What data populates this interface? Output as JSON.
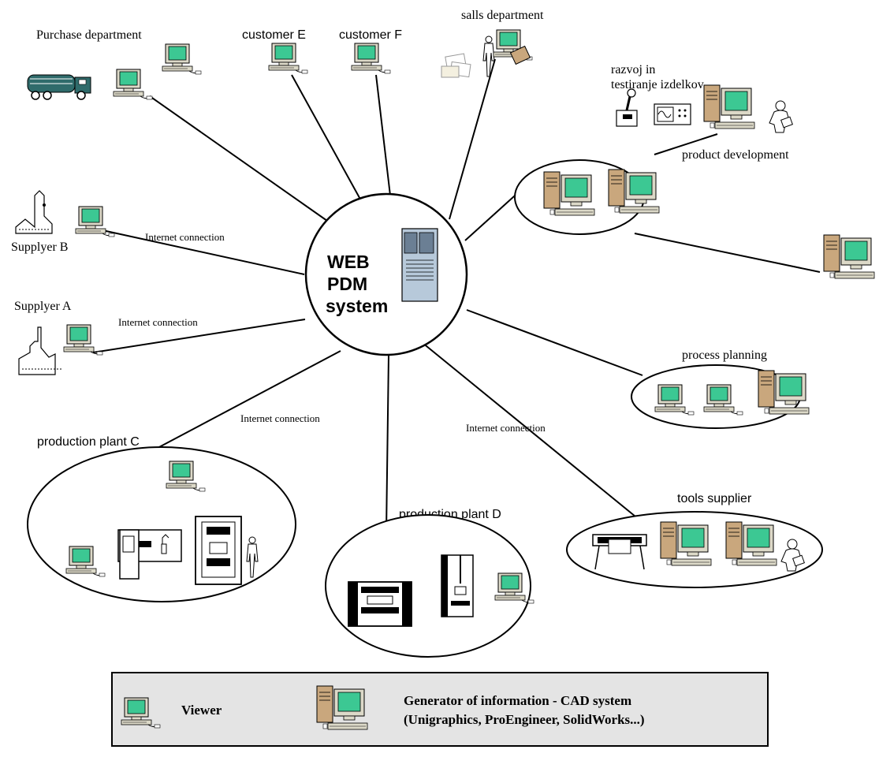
{
  "center": {
    "line1": "WEB",
    "line2": "PDM",
    "line3": "system"
  },
  "nodes": {
    "purchase": "Purchase department",
    "customer_e": "customer E",
    "customer_f": "customer F",
    "sales": "salls department",
    "razvoj_line1": "razvoj in",
    "razvoj_line2": "testiranje izdelkov",
    "product_dev": "product development",
    "supplier_b": "Supplyer B",
    "supplier_a": "Supplyer A",
    "process_planning": "process planning",
    "plant_c": "production plant C",
    "plant_d": "production plant D",
    "tools_supplier": "tools supplier"
  },
  "connections": {
    "supplier_b": "Internet connection",
    "supplier_a": "Internet connection",
    "plant_c": "Internet connection",
    "plant_d": "Internet connection"
  },
  "legend": {
    "viewer": "Viewer",
    "generator_line1": "Generator of  information - CAD system",
    "generator_line2": "(Unigraphics, ProEngineer, SolidWorks...)"
  },
  "colors": {
    "screen": "#3cc893",
    "monitor_body": "#dcd9c8",
    "tower": "#c9a77d",
    "server": "#b7c9da",
    "legend_bg": "#e4e4e4",
    "truck": "#2f6b6b"
  }
}
